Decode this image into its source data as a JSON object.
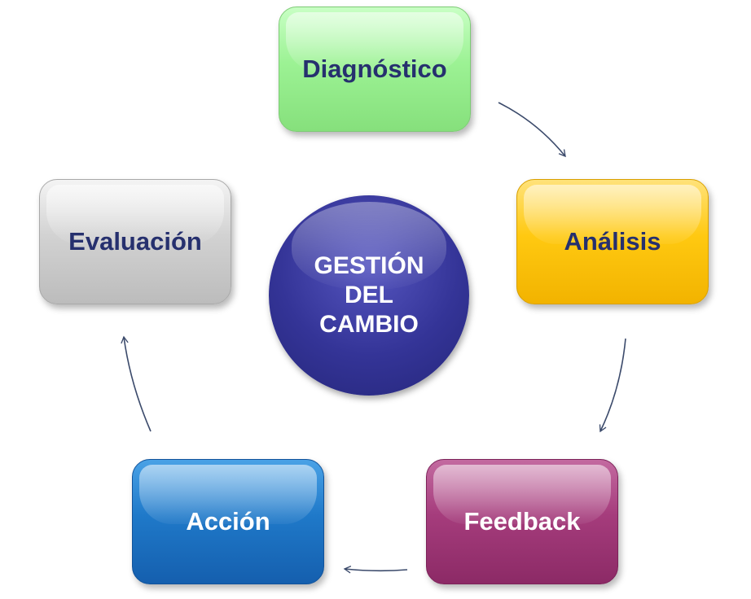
{
  "diagram": {
    "center": {
      "lines": [
        "GESTIÓN",
        "DEL",
        "CAMBIO"
      ],
      "color": "#343497"
    },
    "nodes": [
      {
        "id": "diagnostico",
        "label": "Diagnóstico",
        "color": "#9cf294"
      },
      {
        "id": "analisis",
        "label": "Análisis",
        "color": "#ffc911"
      },
      {
        "id": "feedback",
        "label": "Feedback",
        "color": "#a53c7c"
      },
      {
        "id": "accion",
        "label": "Acción",
        "color": "#1f79c9"
      },
      {
        "id": "evaluacion",
        "label": "Evaluación",
        "color": "#d2d2d2"
      }
    ],
    "arrow_color": "#3b4a6b",
    "flow": [
      "diagnostico",
      "analisis",
      "feedback",
      "accion",
      "evaluacion"
    ]
  }
}
